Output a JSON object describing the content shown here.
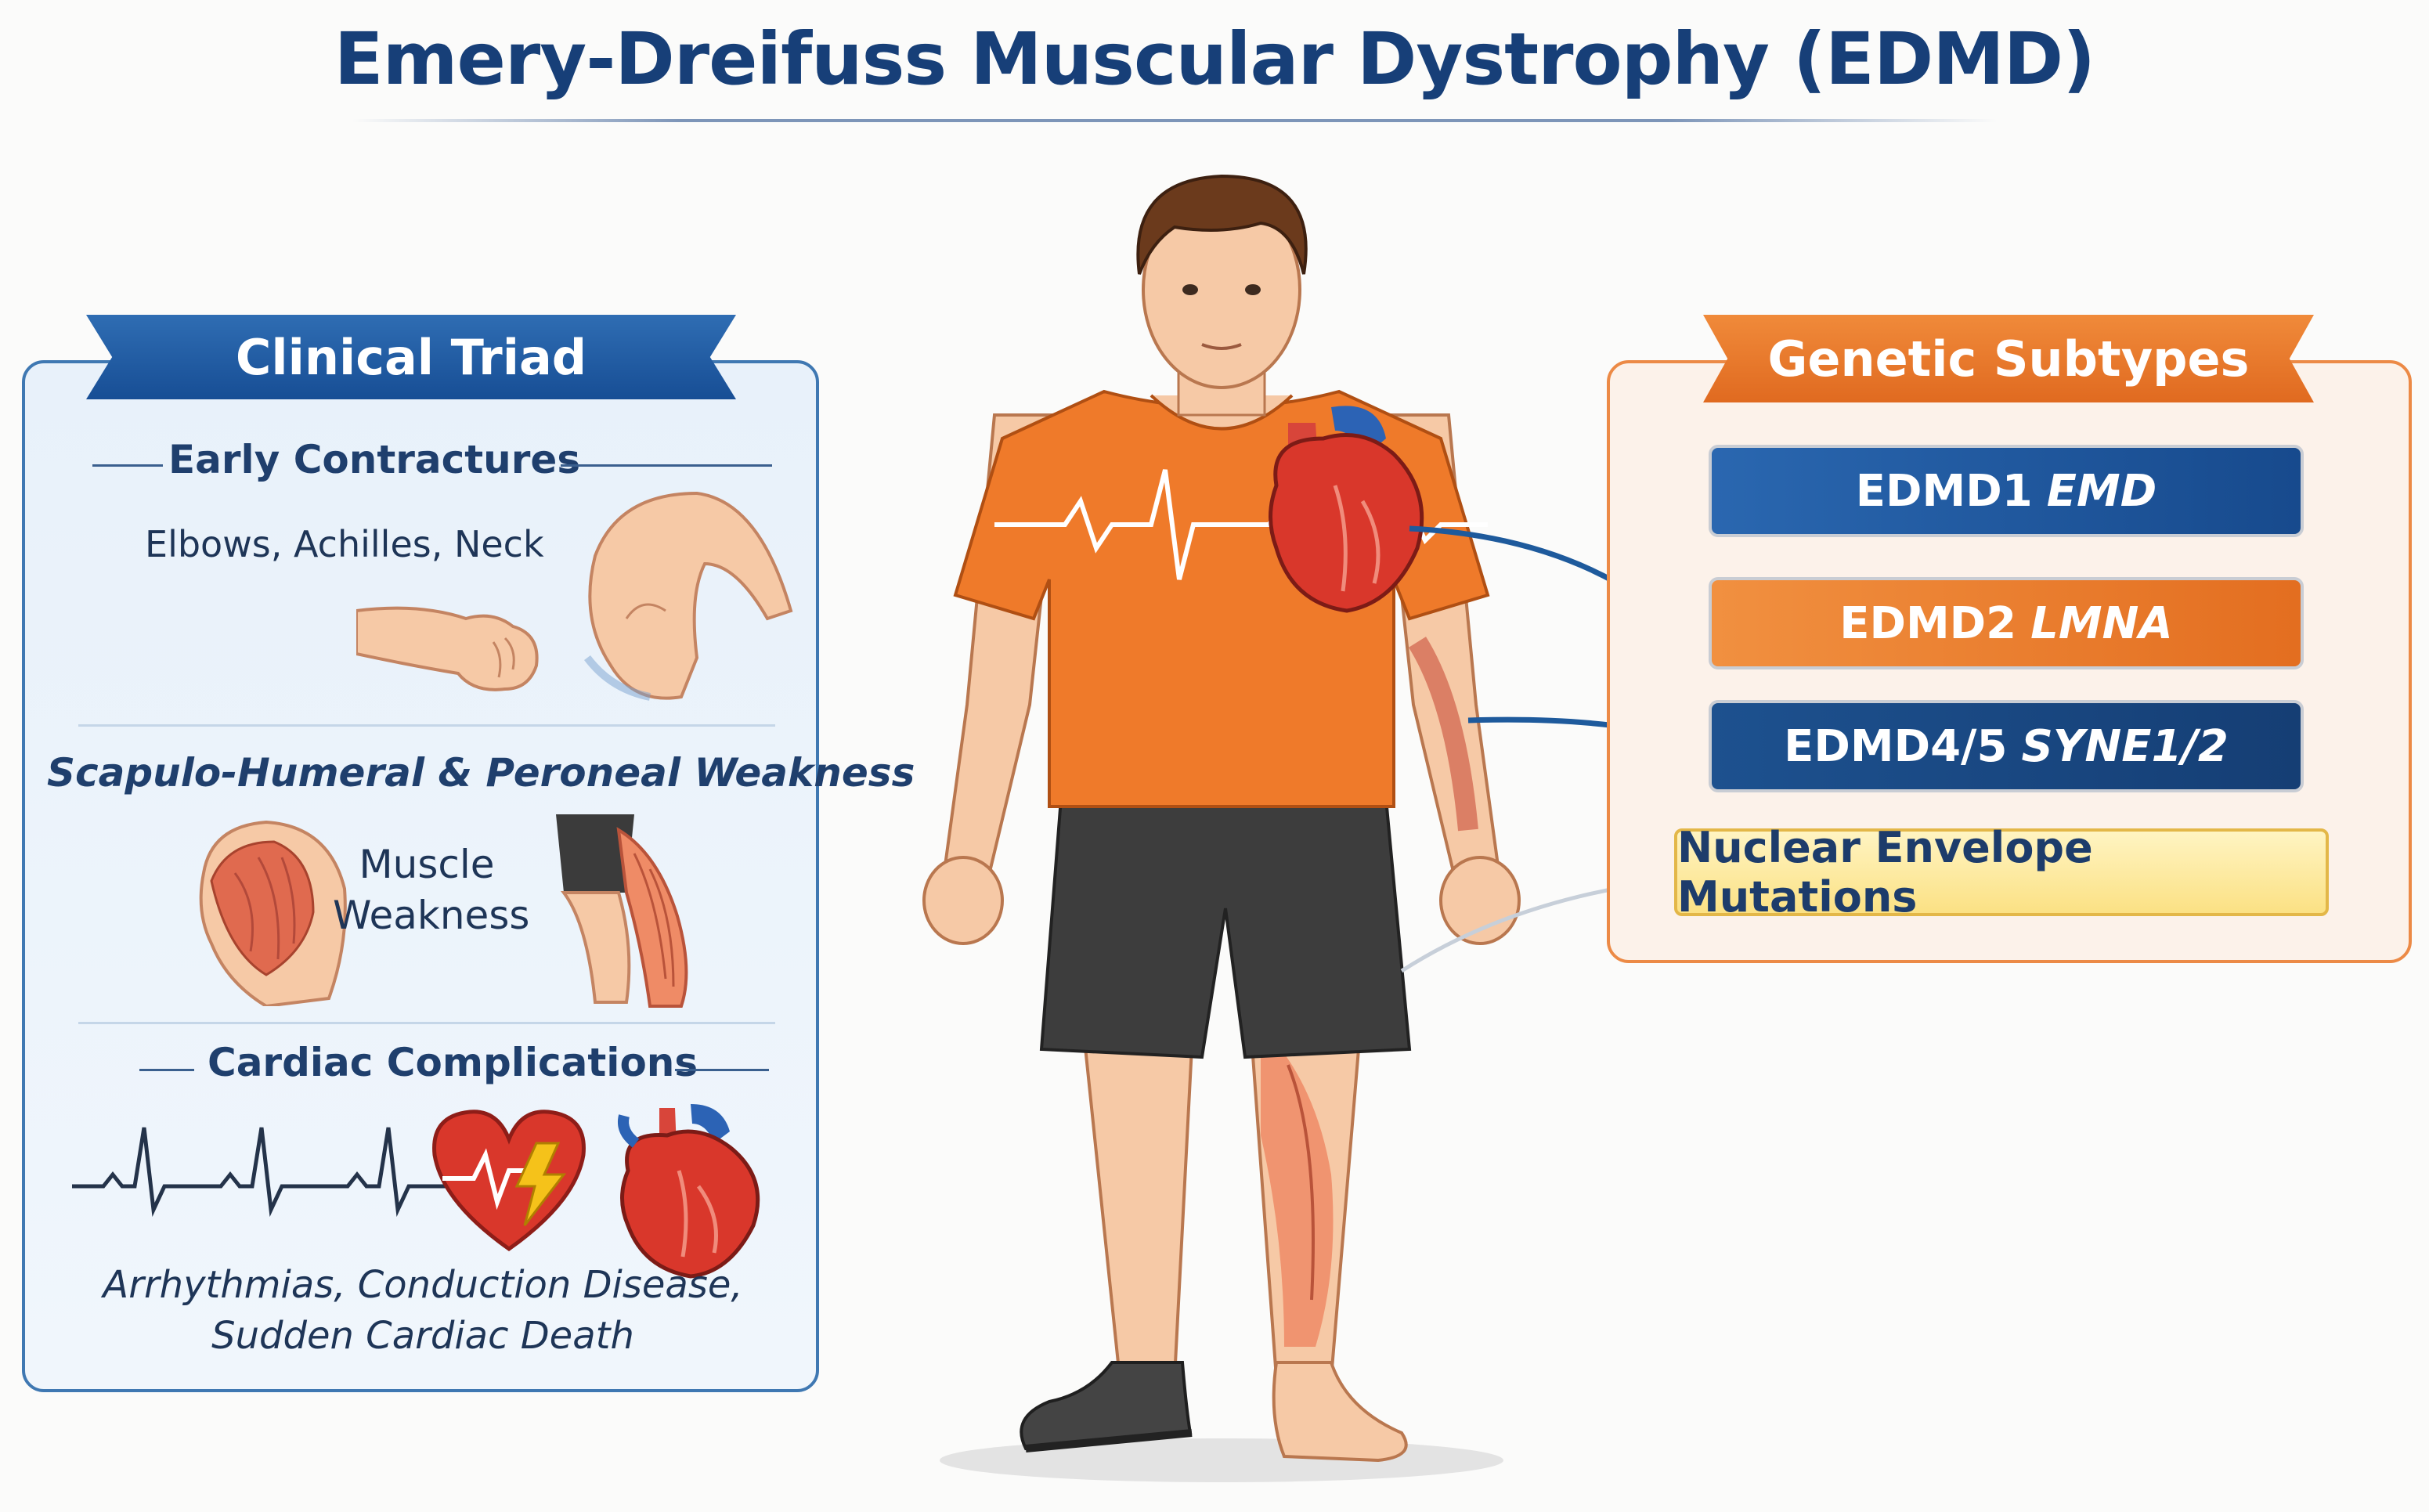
{
  "title": "Emery-Dreifuss Muscular Dystrophy (EDMD)",
  "left_panel": {
    "banner": "Clinical Triad",
    "sections": [
      {
        "heading": "Early Contractures",
        "caption": "Elbows, Achilles, Neck"
      },
      {
        "heading": "Scapulo-Humeral & Peroneal Weakness",
        "caption_line1": "Muscle",
        "caption_line2": "Weakness"
      },
      {
        "heading": "Cardiac Complications",
        "caption_line1": "Arrhythmias, Conduction Disease,",
        "caption_line2": "Sudden Cardiac Death"
      }
    ]
  },
  "right_panel": {
    "banner": "Genetic Subtypes",
    "subtypes": [
      {
        "label": "EDMD1",
        "gene": "EMD"
      },
      {
        "label": "EDMD2",
        "gene": "LMNA"
      },
      {
        "label": "EDMD4/5",
        "gene": "SYNE1/2"
      }
    ],
    "note": "Nuclear Envelope Mutations"
  },
  "colors": {
    "title": "#173f78",
    "left_accent": "#3f78b2",
    "right_accent": "#ec8a46",
    "shirt": "#ef7a2a",
    "heart": "#d9372b"
  },
  "icons": [
    "ecg-icon",
    "heart-icon",
    "lightning-icon",
    "arm-icon",
    "knee-icon",
    "shoulder-muscle-icon",
    "leg-muscle-icon"
  ]
}
